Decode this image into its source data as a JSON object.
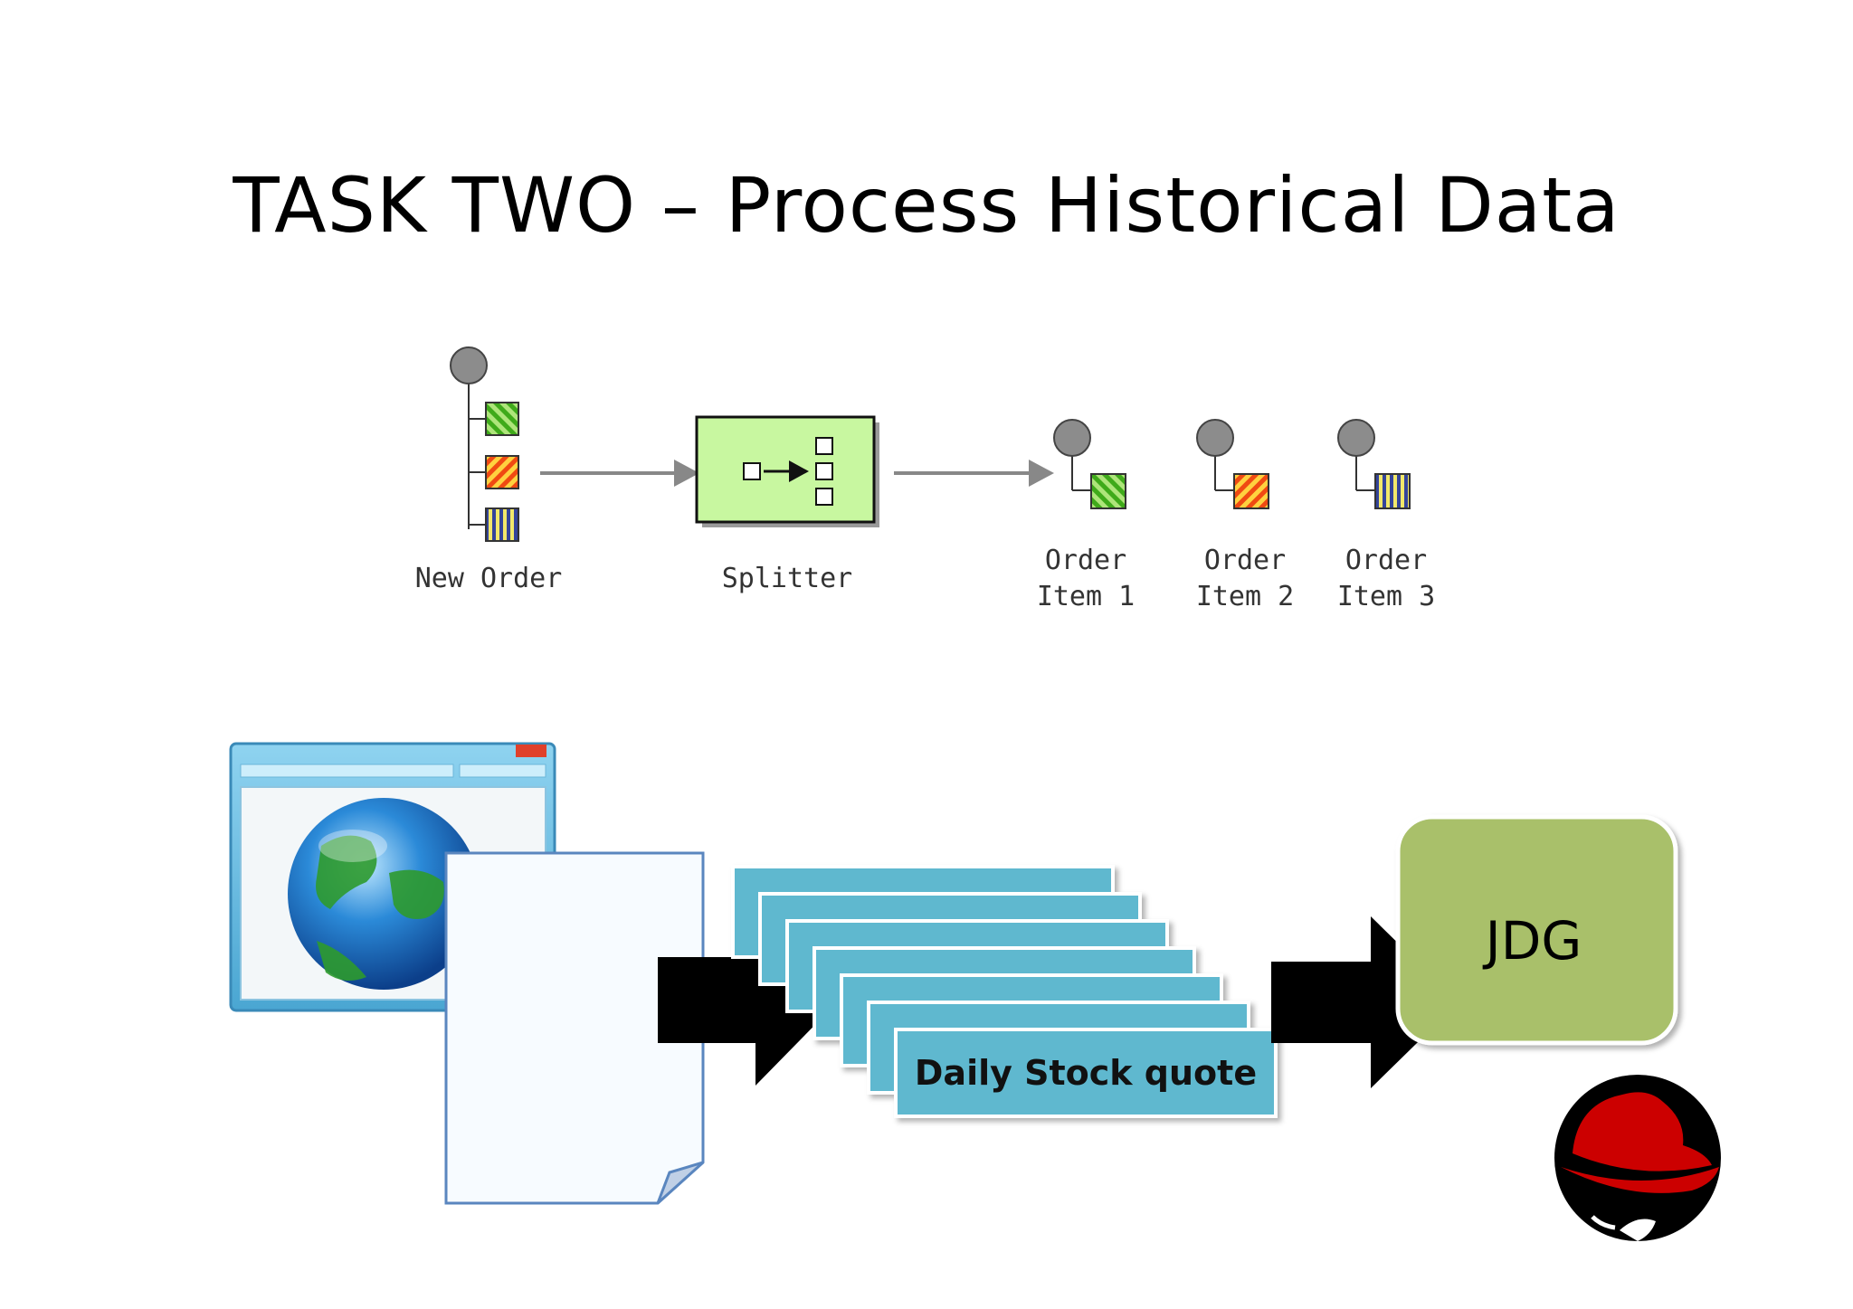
{
  "slide": {
    "title": "TASK TWO – Process Historical Data"
  },
  "eip_diagram": {
    "source_label": "New Order",
    "splitter_label": "Splitter",
    "items": [
      {
        "line1": "Order",
        "line2": "Item 1"
      },
      {
        "line1": "Order",
        "line2": "Item 2"
      },
      {
        "line1": "Order",
        "line2": "Item 3"
      }
    ]
  },
  "flow": {
    "quote_label": "Daily Stock quote",
    "store_label": "JDG"
  },
  "colors": {
    "green_message": "#7fd93c",
    "orange_message": "#ff7a1a",
    "blue_message": "#3a4fa0",
    "splitter_fill": "#c8f7a0",
    "quote_fill": "#5fb8cf",
    "jdg_fill": "#a9c06a",
    "redhat_red": "#cc0000"
  },
  "icons": [
    "globe-browser-icon",
    "document-icon",
    "redhat-logo"
  ]
}
